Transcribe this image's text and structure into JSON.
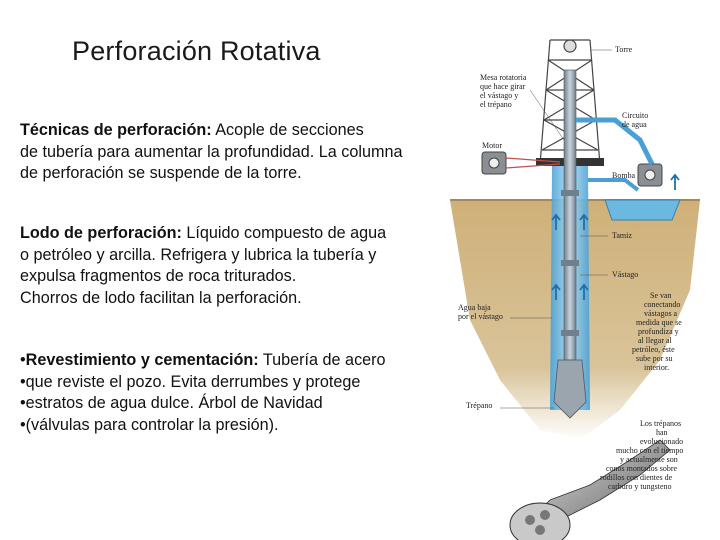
{
  "slide": {
    "title": "Perforación Rotativa",
    "p1": {
      "bold": "Técnicas de perforación:",
      "line1": " Acople de secciones",
      "line2": "de tubería para aumentar la profundidad. La columna",
      "line3": "de perforación se suspende de la torre."
    },
    "p2": {
      "bold": "Lodo de perforación:",
      "line1": " Líquido compuesto de agua",
      "line2": "o petróleo y arcilla. Refrigera y lubrica la tubería y",
      "line3": "expulsa fragmentos de roca triturados.",
      "line4": "Chorros de lodo facilitan la perforación."
    },
    "p3": {
      "bullet": "•",
      "bold": "Revestimiento y cementación:",
      "line1": " Tubería de acero",
      "line2": "que reviste el pozo. Evita derrumbes y protege",
      "line3": "estratos de agua dulce. Árbol de Navidad",
      "line4": "(válvulas para controlar la presión)."
    }
  },
  "diagram": {
    "torre": "Torre",
    "mesa1": "Mesa rotatoria",
    "mesa2": "que hace girar",
    "mesa3": "el vástago y",
    "mesa4": "el trépano",
    "circuito1": "Circuito",
    "circuito2": "de agua",
    "motor": "Motor",
    "bomba": "Bomba",
    "tamiz": "Tamiz",
    "vastago": "Vástago",
    "agua1": "Agua baja",
    "agua2": "por el vástago",
    "note1": "Se van",
    "note2": "conectando",
    "note3": "vástagos a",
    "note4": "medida que se",
    "note5": "profundiza y",
    "note6": "al llegar al",
    "note7": "petróleo, éste",
    "note8": "sube por su",
    "note9": "interior.",
    "trepano": "Trépano",
    "bits1": "Los trépanos",
    "bits2": "han",
    "bits3": "evolucionado",
    "bits4": "mucho con el tiempo",
    "bits5": "y actualmente son",
    "bits6": "conos montados sobre",
    "bits7": "rodillos con dientes de",
    "bits8": "carburo y tungsteno"
  },
  "colors": {
    "soil": "#c9a86a",
    "mud": "#6bb8e0",
    "pipe": "#8a9aa8"
  }
}
